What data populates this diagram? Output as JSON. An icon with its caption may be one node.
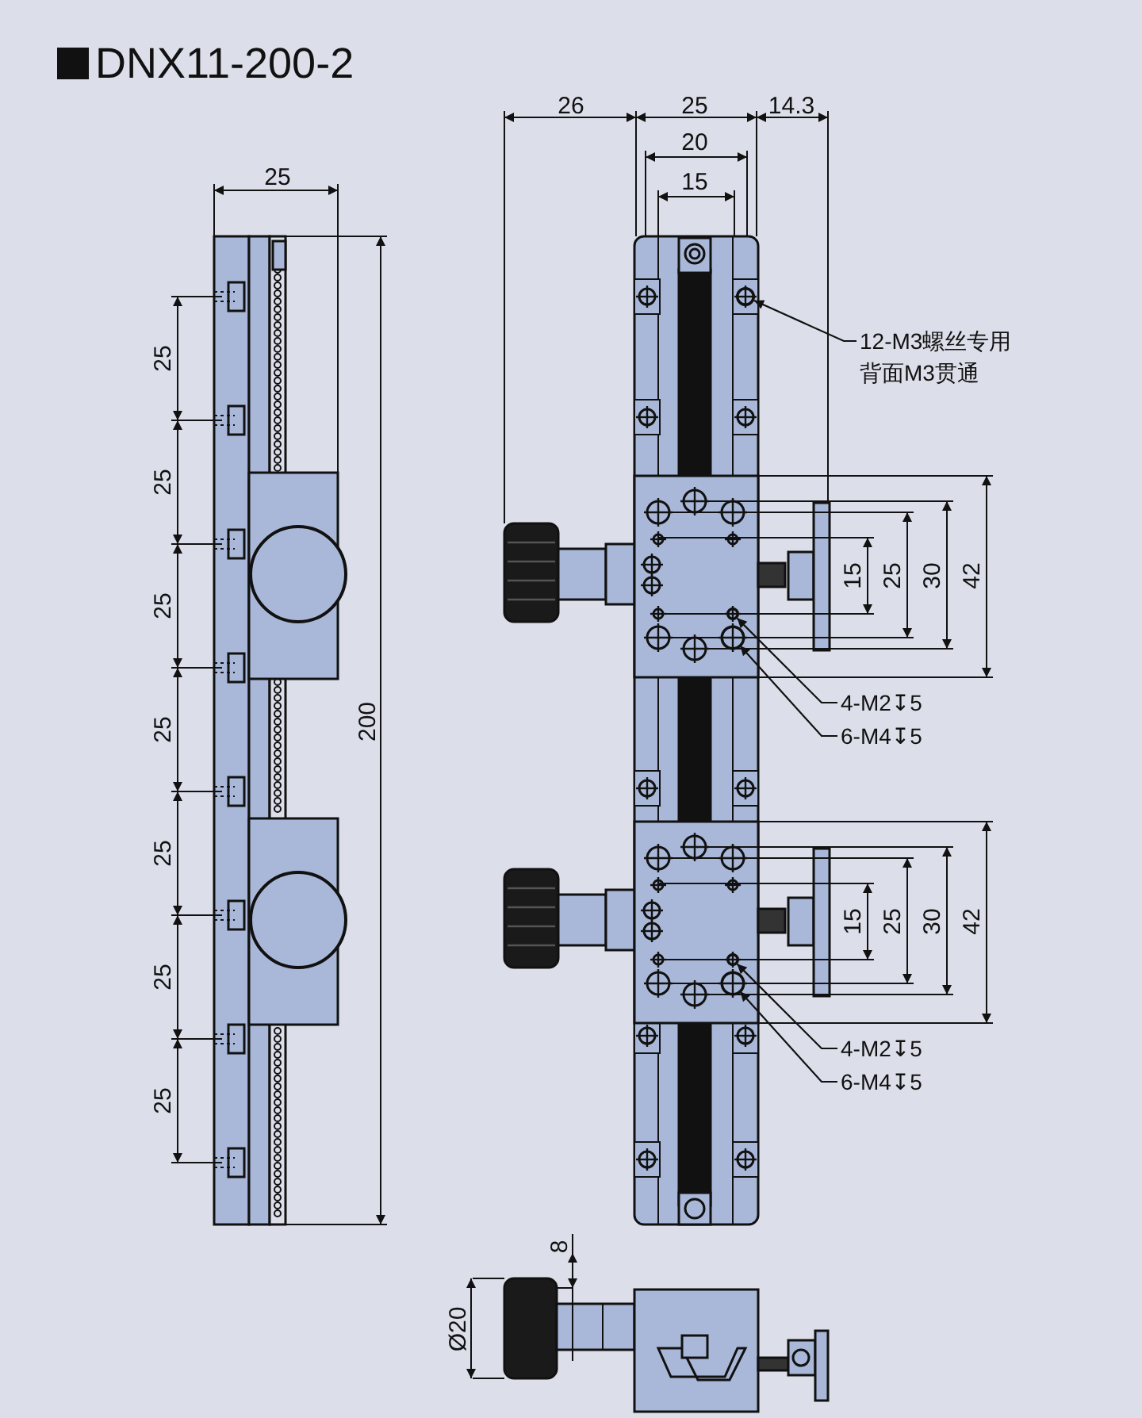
{
  "diagram": {
    "title": "DNX11-200-2",
    "nodes": [
      {
        "text": [
          "12-M3螺丝专用背面M3贯通"
        ]
      },
      {
        "text": [],
        "shape": "circle"
      },
      {
        "text": [
          "4-M2↧5"
        ]
      },
      {
        "text": [
          "6-M4↧5"
        ]
      },
      {
        "text": [],
        "shape": "circle"
      },
      {
        "text": [],
        "shape": "circle"
      },
      {
        "text": [
          "4-M2↧5"
        ]
      },
      {
        "text": [
          "6-M4↧5"
        ]
      },
      {
        "text": [],
        "shape": "circle"
      },
      {
        "text": [],
        "shape": "circle"
      }
    ],
    "edges": [
      {
        "from": 0,
        "to": 1,
        "arrow": "to"
      },
      {
        "from": 2,
        "to": 4,
        "arrow": "to"
      },
      {
        "from": 3,
        "to": 5,
        "arrow": "to"
      },
      {
        "from": 6,
        "to": 8,
        "arrow": "to"
      },
      {
        "from": 7,
        "to": 9,
        "arrow": "to"
      }
    ],
    "labels": [
      "26",
      "25",
      "14.3",
      "20",
      "25",
      "15",
      "25",
      "25",
      "25",
      "25",
      "25",
      "25",
      "25",
      "200",
      "15",
      "25",
      "30",
      "42",
      "15",
      "25",
      "30",
      "42",
      "8",
      "Ø20"
    ]
  }
}
